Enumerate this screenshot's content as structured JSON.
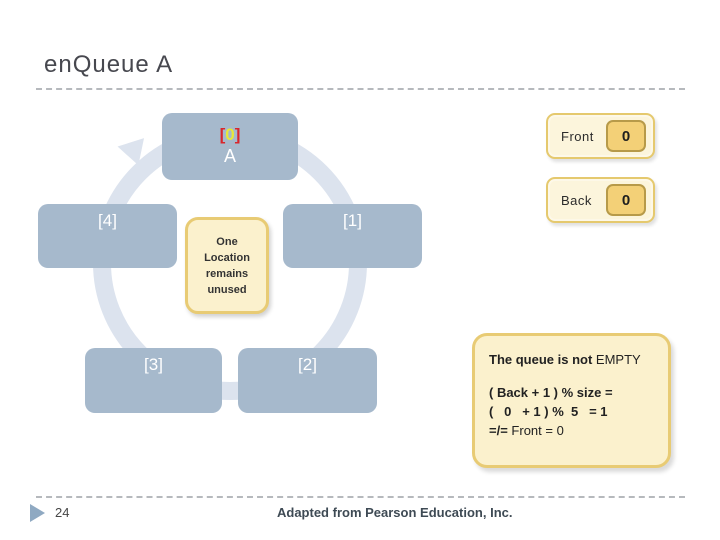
{
  "slide": {
    "title": "enQueue A",
    "page_number": "24",
    "footer_credit": "Adapted from Pearson Education, Inc."
  },
  "queue": {
    "cell0": {
      "bracket_open": "[",
      "digit": "0",
      "bracket_close": "]",
      "value": "A"
    },
    "cell1": {
      "label": "[1]"
    },
    "cell2": {
      "label": "[2]"
    },
    "cell3": {
      "label": "[3]"
    },
    "cell4": {
      "label": "[4]"
    },
    "center_note": "One\nLocation\nremains\nunused"
  },
  "pointers": {
    "front": {
      "label": "Front",
      "value": "0"
    },
    "back": {
      "label": "Back",
      "value": "0"
    }
  },
  "explanation": {
    "line1_bold": "The queue is not",
    "line1_rest": " EMPTY",
    "line2": "( Back + 1 ) % size =",
    "line3": "(   0   + 1 ) %  5   = 1",
    "line4_bold": "=/= ",
    "line4_rest": "Front = 0"
  },
  "colors": {
    "cell_fill": "#a6b9cc",
    "ring": "#dce3ee",
    "gold_border": "#e8cb74",
    "cream_fill": "#fbf1cd",
    "value_chip_fill": "#f3d077",
    "index_bracket_red": "#d8262c",
    "index_digit_yellow": "#e8e838"
  }
}
